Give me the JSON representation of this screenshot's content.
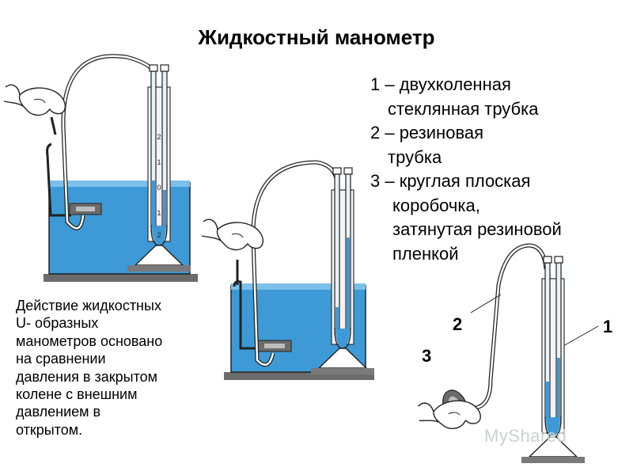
{
  "title": "Жидкостный манометр",
  "legend": {
    "item1_l1": "1 – двухколенная",
    "item1_l2": "стеклянная трубка",
    "item2_l1": "2 – резиновая",
    "item2_l2": "трубка",
    "item3_l1": "3 – круглая плоская",
    "item3_l2": "коробочка,",
    "item3_l3": "затянутая резиновой",
    "item3_l4": "пленкой"
  },
  "description": [
    "Действие жидкостных",
    "U- образных",
    "манометров основано",
    "на сравнении",
    "давления в закрытом",
    "колене с внешним",
    "давлением в",
    "открытом."
  ],
  "labels": {
    "tube_glass": "1",
    "tube_rubber": "2",
    "box": "3"
  },
  "scale_ticks": [
    "2",
    "1",
    "0",
    "1",
    "2"
  ],
  "watermark": "MyShared",
  "colors": {
    "water": "#3e9ad6",
    "water_light": "#7cc0ea",
    "glass": "#d8ecf7",
    "base": "#6b6b6b"
  }
}
